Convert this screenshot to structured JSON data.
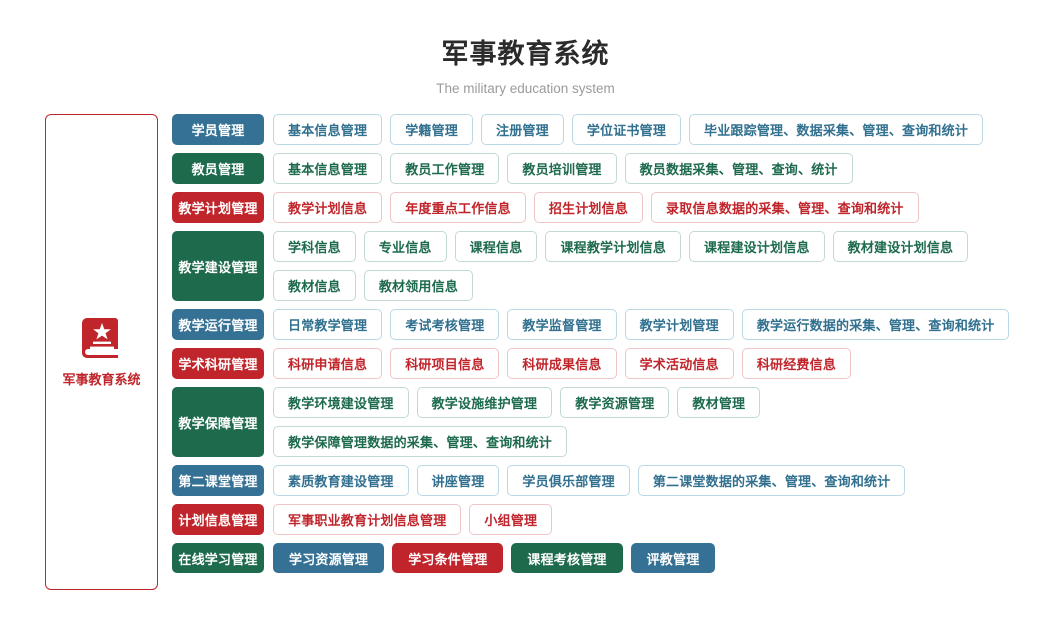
{
  "header": {
    "title": "军事教育系统",
    "subtitle": "The military education system"
  },
  "system_panel": {
    "icon": "book-star-icon",
    "label": "军事教育系统",
    "border_color": "#c0252b"
  },
  "colors": {
    "blue": "#357194",
    "green": "#1d6a4d",
    "red": "#c0252b",
    "blue_border": "#bcd8e6",
    "green_border": "#c2dbd0",
    "red_border": "#f0c5c7"
  },
  "rows": [
    {
      "category": "学员管理",
      "color": "blue",
      "items": [
        {
          "label": "基本信息管理",
          "style": "outline"
        },
        {
          "label": "学籍管理",
          "style": "outline"
        },
        {
          "label": "注册管理",
          "style": "outline"
        },
        {
          "label": "学位证书管理",
          "style": "outline"
        },
        {
          "label": "毕业跟踪管理、数据采集、管理、查询和统计",
          "style": "outline"
        }
      ]
    },
    {
      "category": "教员管理",
      "color": "green",
      "items": [
        {
          "label": "基本信息管理",
          "style": "outline"
        },
        {
          "label": "教员工作管理",
          "style": "outline"
        },
        {
          "label": "教员培训管理",
          "style": "outline"
        },
        {
          "label": "教员数据采集、管理、查询、统计",
          "style": "outline"
        }
      ]
    },
    {
      "category": "教学计划管理",
      "color": "red",
      "items": [
        {
          "label": "教学计划信息",
          "style": "outline"
        },
        {
          "label": "年度重点工作信息",
          "style": "outline"
        },
        {
          "label": "招生计划信息",
          "style": "outline"
        },
        {
          "label": "录取信息数据的采集、管理、查询和统计",
          "style": "outline"
        }
      ]
    },
    {
      "category": "教学建设管理",
      "color": "green",
      "items": [
        {
          "label": "学科信息",
          "style": "outline"
        },
        {
          "label": "专业信息",
          "style": "outline"
        },
        {
          "label": "课程信息",
          "style": "outline"
        },
        {
          "label": "课程教学计划信息",
          "style": "outline"
        },
        {
          "label": "课程建设计划信息",
          "style": "outline"
        },
        {
          "label": "教材建设计划信息",
          "style": "outline"
        },
        {
          "label": "教材信息",
          "style": "outline"
        },
        {
          "label": "教材领用信息",
          "style": "outline"
        }
      ]
    },
    {
      "category": "教学运行管理",
      "color": "blue",
      "items": [
        {
          "label": "日常教学管理",
          "style": "outline"
        },
        {
          "label": "考试考核管理",
          "style": "outline"
        },
        {
          "label": "教学监督管理",
          "style": "outline"
        },
        {
          "label": "教学计划管理",
          "style": "outline"
        },
        {
          "label": "教学运行数据的采集、管理、查询和统计",
          "style": "outline"
        }
      ]
    },
    {
      "category": "学术科研管理",
      "color": "red",
      "items": [
        {
          "label": "科研申请信息",
          "style": "outline"
        },
        {
          "label": "科研项目信息",
          "style": "outline"
        },
        {
          "label": "科研成果信息",
          "style": "outline"
        },
        {
          "label": "学术活动信息",
          "style": "outline"
        },
        {
          "label": "科研经费信息",
          "style": "outline"
        }
      ]
    },
    {
      "category": "教学保障管理",
      "color": "green",
      "items": [
        {
          "label": "教学环境建设管理",
          "style": "outline"
        },
        {
          "label": "教学设施维护管理",
          "style": "outline"
        },
        {
          "label": "教学资源管理",
          "style": "outline"
        },
        {
          "label": "教材管理",
          "style": "outline"
        },
        {
          "label": "教学保障管理数据的采集、管理、查询和统计",
          "style": "outline"
        }
      ]
    },
    {
      "category": "第二课堂管理",
      "color": "blue",
      "items": [
        {
          "label": "素质教育建设管理",
          "style": "outline"
        },
        {
          "label": "讲座管理",
          "style": "outline"
        },
        {
          "label": "学员俱乐部管理",
          "style": "outline"
        },
        {
          "label": "第二课堂数据的采集、管理、查询和统计",
          "style": "outline"
        }
      ]
    },
    {
      "category": "计划信息管理",
      "color": "red",
      "items": [
        {
          "label": "军事职业教育计划信息管理",
          "style": "outline"
        },
        {
          "label": "小组管理",
          "style": "outline"
        }
      ]
    },
    {
      "category": "在线学习管理",
      "color": "green",
      "items": [
        {
          "label": "学习资源管理",
          "style": "solid",
          "color": "blue"
        },
        {
          "label": "学习条件管理",
          "style": "solid",
          "color": "red"
        },
        {
          "label": "课程考核管理",
          "style": "solid",
          "color": "green"
        },
        {
          "label": "评教管理",
          "style": "solid",
          "color": "blue"
        }
      ]
    }
  ]
}
